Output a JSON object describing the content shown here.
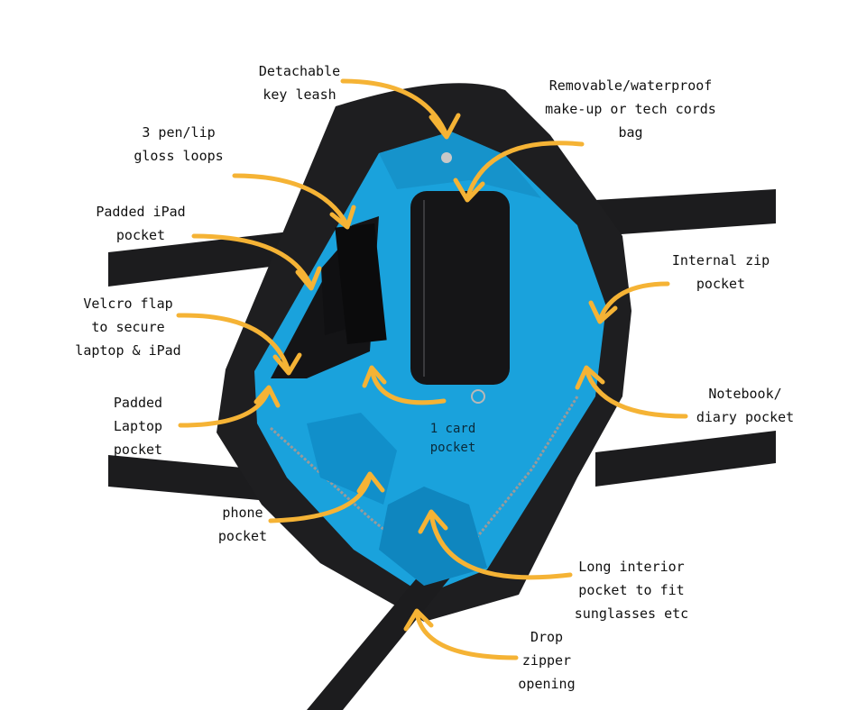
{
  "colors": {
    "arrow": "#F5B335",
    "bag_leather": "#1c1c1e",
    "bag_lining": "#1aa2dc",
    "label_text": "#111111"
  },
  "labels": {
    "key_leash": [
      "Detachable",
      "key leash"
    ],
    "makeup_bag": [
      "Removable/waterproof",
      "make-up or tech cords",
      "bag"
    ],
    "pen_loops": [
      "3 pen/lip",
      "gloss loops"
    ],
    "ipad_pocket": [
      "Padded iPad",
      "pocket"
    ],
    "internal_zip": [
      "Internal zip",
      "pocket"
    ],
    "velcro_flap": [
      "Velcro flap",
      "to secure",
      "laptop & iPad"
    ],
    "notebook_pocket": [
      "Notebook/",
      "diary pocket"
    ],
    "laptop_pocket": [
      "Padded",
      "Laptop",
      "pocket"
    ],
    "card_pocket": [
      "1 card",
      "pocket"
    ],
    "phone_pocket": [
      "phone",
      "pocket"
    ],
    "long_pocket": [
      "Long interior",
      "pocket to fit",
      "sunglasses etc"
    ],
    "drop_zipper": [
      "Drop",
      "zipper",
      "opening"
    ]
  }
}
